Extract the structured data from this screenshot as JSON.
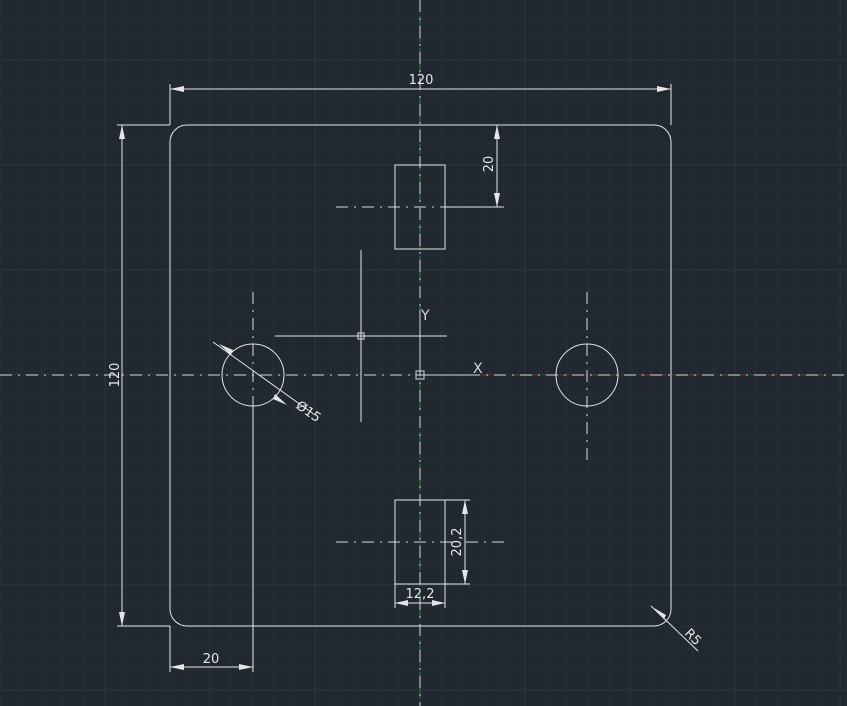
{
  "drawing": {
    "dims": {
      "top_width": "120",
      "left_height": "120",
      "top_slot_offset": "20",
      "hole_diameter": "Ø15",
      "bottom_slot_height": "20,2",
      "bottom_slot_width": "12,2",
      "corner_radius": "R5",
      "bottom_left_offset": "20"
    },
    "ucs": {
      "x_label": "X",
      "y_label": "Y"
    }
  },
  "colors": {
    "background": "#212830",
    "geometry": "#e6e6e6",
    "x_axis": "#8a2a2a",
    "y_axis": "#1f8a3a"
  }
}
